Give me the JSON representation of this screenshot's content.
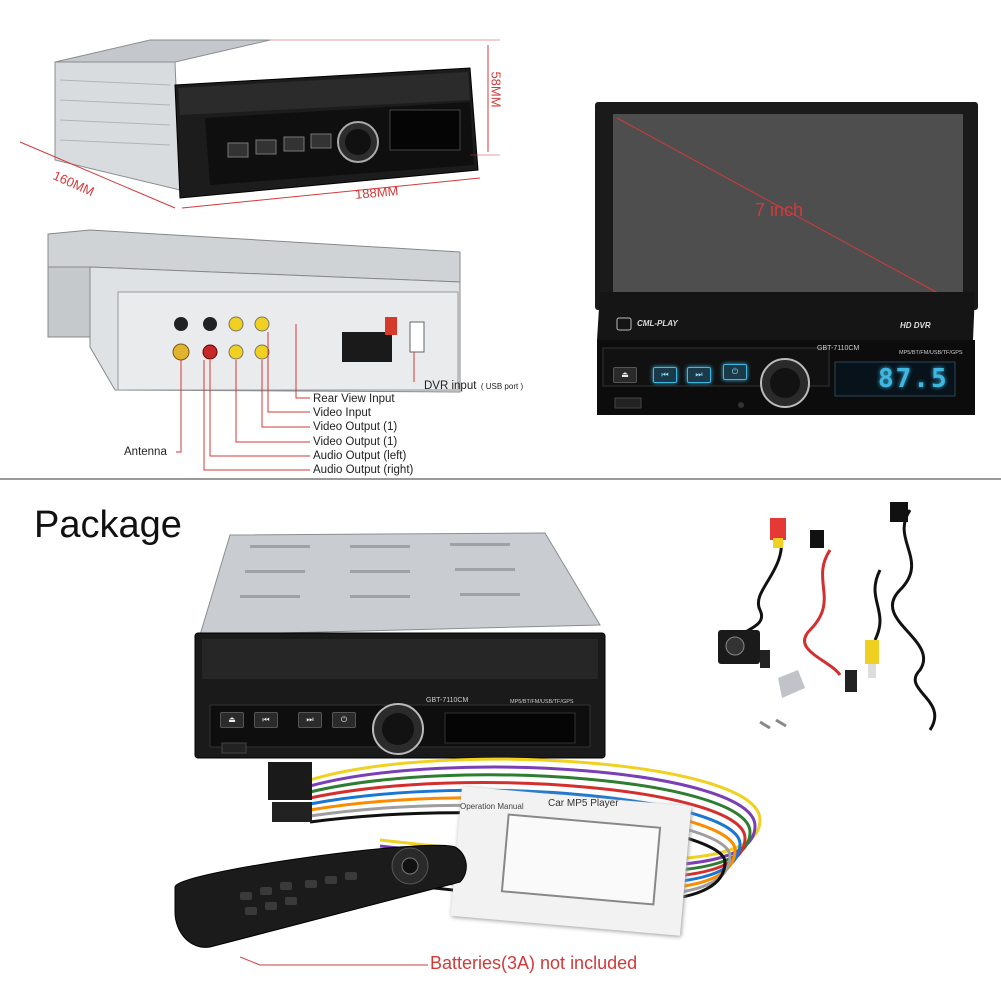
{
  "top": {
    "dims": {
      "width": "188MM",
      "depth": "160MM",
      "height": "58MM"
    },
    "screen": {
      "size_label": "7 inch",
      "brand": "CML-PLAY",
      "badge": "HD DVR",
      "radio_display": "87.5",
      "model": "GBT-7110CM",
      "formats": "MP5/BT/FM/USB/TF/GPS"
    },
    "rear": {
      "connectors": [
        "Rear View Input",
        "Video Input",
        "Video Output  (1)",
        "Video Output  (1)",
        "Audio Output  (left)",
        "Audio Output  (right)"
      ],
      "antenna": "Antenna",
      "dvr_label": "DVR input",
      "dvr_sub": "( USB port )"
    }
  },
  "package": {
    "heading": "Package",
    "manual_title": "Operation Manual",
    "manual_brand": "Car MP5 Player",
    "note": "Batteries(3A) not included"
  },
  "colors": {
    "accent_red": "#d23a3a",
    "glow_blue": "#3fb7e0"
  }
}
